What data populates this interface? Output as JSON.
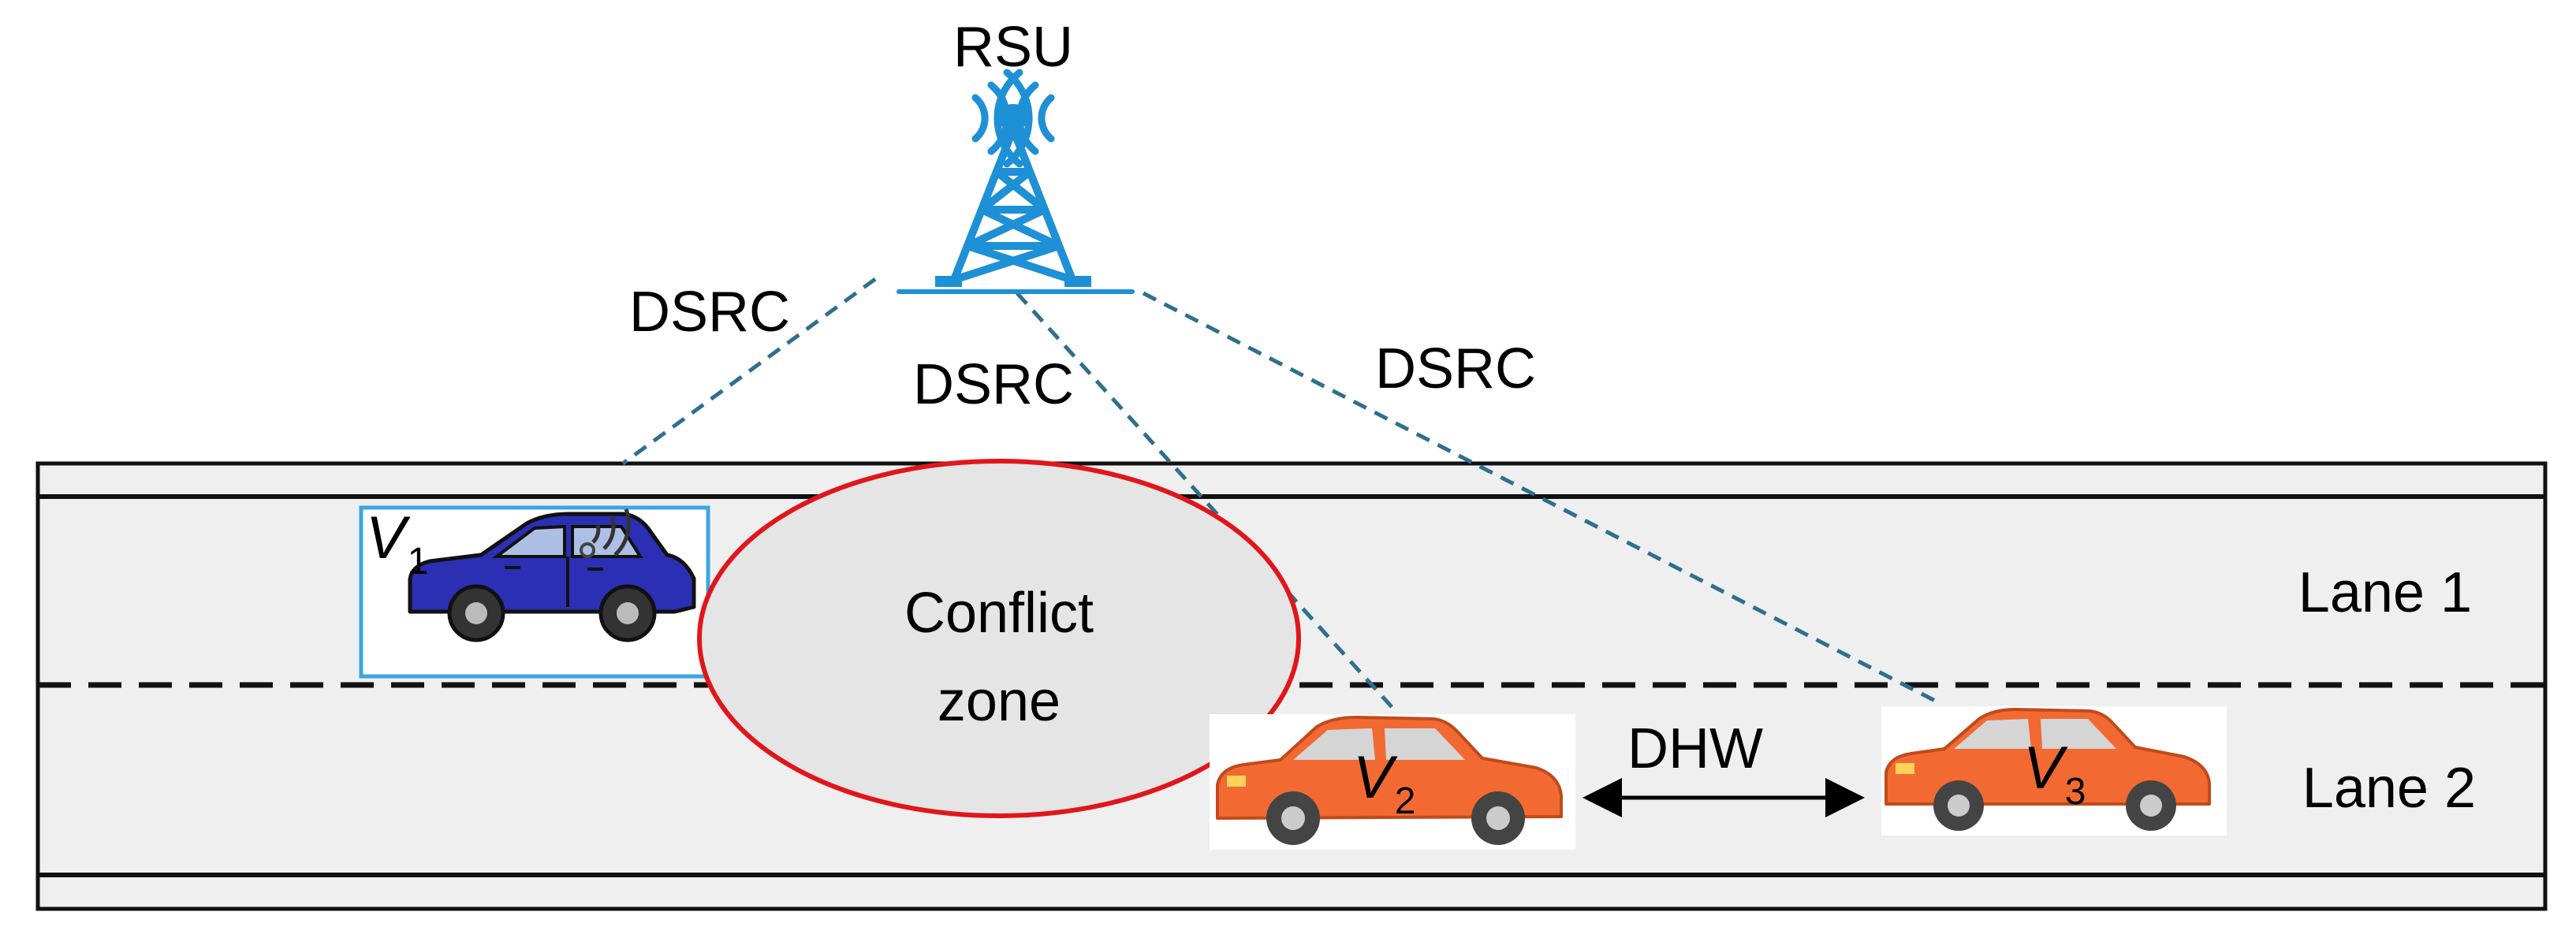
{
  "rsu": {
    "label": "RSU"
  },
  "links": {
    "dsrc_v1": "DSRC",
    "dsrc_v2": "DSRC",
    "dsrc_v3": "DSRC"
  },
  "road": {
    "lane1_label": "Lane 1",
    "lane2_label": "Lane 2"
  },
  "conflict_zone": {
    "line1": "Conflict",
    "line2": "zone"
  },
  "vehicles": [
    {
      "name": "V",
      "sub": "1",
      "color": "#2b2fb3",
      "lane": "Lane 1"
    },
    {
      "name": "V",
      "sub": "2",
      "color": "#f26a32",
      "lane": "Lane 2"
    },
    {
      "name": "V",
      "sub": "3",
      "color": "#f26a32",
      "lane": "Lane 2"
    }
  ],
  "headway": {
    "label": "DHW"
  },
  "colors": {
    "tower": "#1e90d6",
    "link": "#2e6f8e",
    "conflict_border": "#e0161b",
    "road_fill": "#efefef",
    "v1_frame": "#3ea6dc"
  }
}
